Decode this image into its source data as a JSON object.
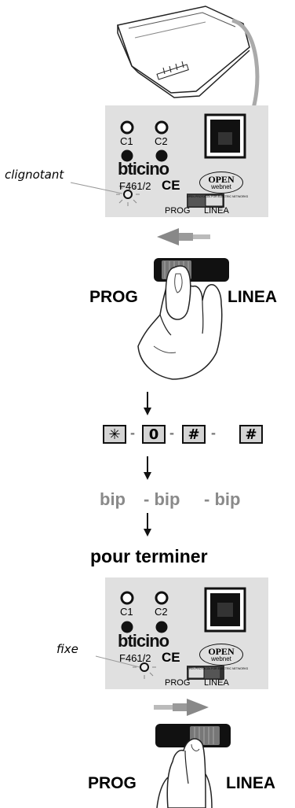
{
  "labels": {
    "clignotant": "clignotant",
    "fixe": "fixe",
    "prog": "PROG",
    "linea": "LINEA",
    "pour_terminer": "pour terminer"
  },
  "device": {
    "c1": "C1",
    "c2": "C2",
    "brand": "bticino",
    "model": "F461/2",
    "ce": "CE",
    "open_logo_line1": "OPEN",
    "open_logo_line2": "webnet",
    "open_tagline": "OPEN PROTOCOL FOR ELECTRIC NETWORKS",
    "switch_prog": "PROG",
    "switch_linea": "LINEA"
  },
  "keys": [
    "✳",
    "0",
    "#",
    "#"
  ],
  "key_separator": "-",
  "beeps": [
    "bip",
    "- bip",
    "- bip"
  ],
  "colors": {
    "panel": "#e0e0e0",
    "arrow": "#9a9a9a",
    "bip_text": "#8a8a8a",
    "key_bg": "#d4d4d4"
  },
  "icons": [
    "telephone-handset-icon",
    "arrow-left-icon",
    "arrow-right-icon",
    "arrow-down-icon",
    "hand-icon",
    "led-icon",
    "rj-socket-icon"
  ]
}
